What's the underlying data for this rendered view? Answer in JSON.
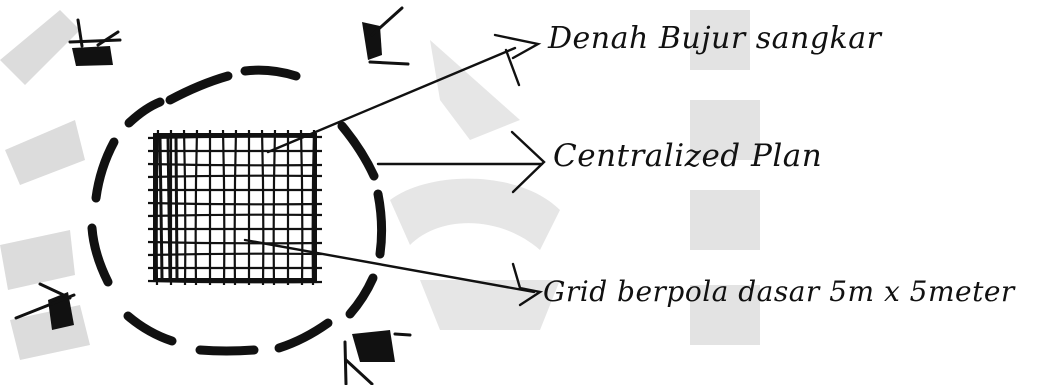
{
  "annotations": [
    {
      "id": "floor-plan-label",
      "text": "Denah Bujur sangkar"
    },
    {
      "id": "centralized-plan-label",
      "text": "Centralized Plan"
    },
    {
      "id": "grid-label",
      "text": "Grid berpola dasar 5m x 5meter"
    }
  ],
  "colors": {
    "ink": "#111111",
    "watermark": "#dcdcdc",
    "background": "#ffffff"
  }
}
